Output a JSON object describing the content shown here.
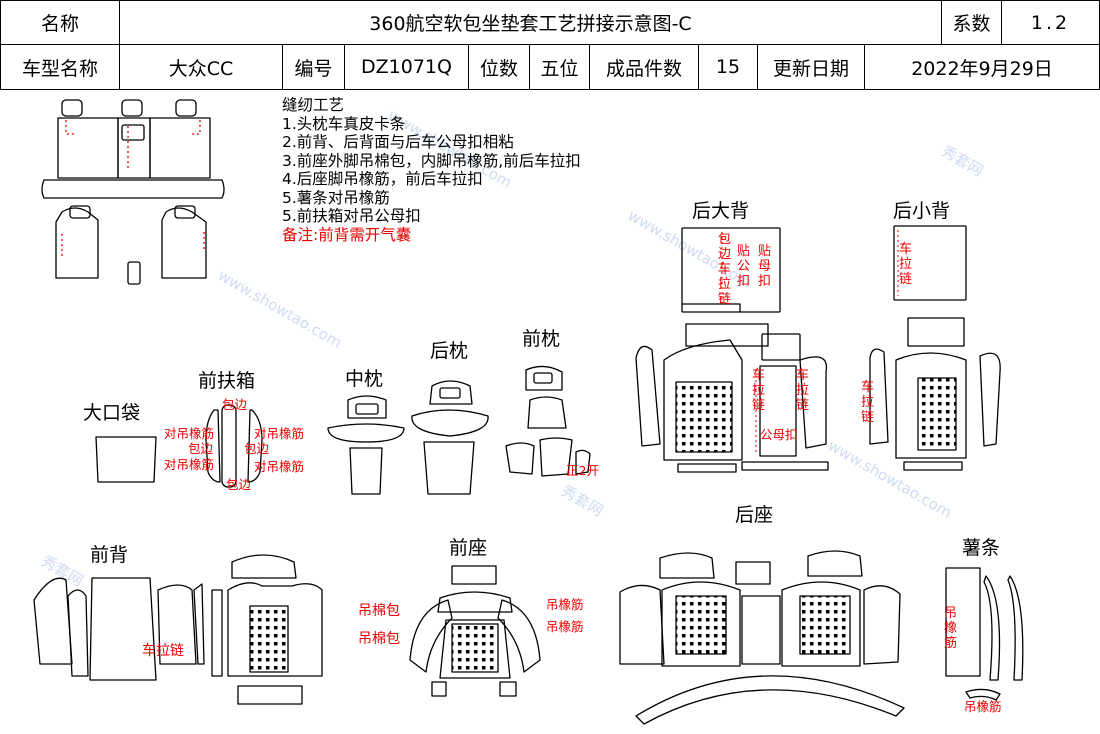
{
  "header": {
    "name_label": "名称",
    "title": "360航空软包坐垫套工艺拼接示意图-C",
    "series_label": "系数",
    "series_value": "1.2",
    "model_label": "车型名称",
    "model_value": "大众CC",
    "code_label": "编号",
    "code_value": "DZ1071Q",
    "seats_label": "位数",
    "seats_value": "五位",
    "pieces_label": "成品件数",
    "pieces_value": "15",
    "date_label": "更新日期",
    "date_value": "2022年9月29日"
  },
  "notes": {
    "title": "缝纫工艺",
    "items": [
      "1.头枕车真皮卡条",
      "2.前背、后背面与后车公母扣相粘",
      "3.前座外脚吊棉包，内脚吊橡筋,前后车拉扣",
      "4.后座脚吊橡筋，前后车拉扣",
      "5.薯条对吊橡筋",
      "5.前扶箱对吊公母扣"
    ],
    "remark": "备注:前背需开气囊"
  },
  "labels": {
    "big_pocket": "大口袋",
    "front_armrest": "前扶箱",
    "middle_pillow": "中枕",
    "rear_pillow": "后枕",
    "front_pillow": "前枕",
    "rear_big_back": "后大背",
    "rear_small_back": "后小背",
    "front_back": "前背",
    "front_seat": "前座",
    "rear_seat": "后座",
    "fries_strip": "薯条"
  },
  "annotations": {
    "baobian": "包边",
    "dui_diao_xiangjin": "对吊橡筋",
    "zheng_2kai": "正2开",
    "baobian_v": "包边",
    "che_lalian": "车拉链",
    "tie_gong_kou": "贴公扣",
    "tie_mu_kou": "贴母扣",
    "gong_mu_kou": "公母扣",
    "che_lalian_text": "车拉链",
    "diao_mianbao": "吊棉包",
    "diao_xiangjin": "吊橡筋"
  },
  "watermark": {
    "brand": "秀套网",
    "url": "www.showtao.com"
  },
  "colors": {
    "annotation": "#e00000",
    "line": "#000000",
    "watermark": "#7896dc"
  }
}
